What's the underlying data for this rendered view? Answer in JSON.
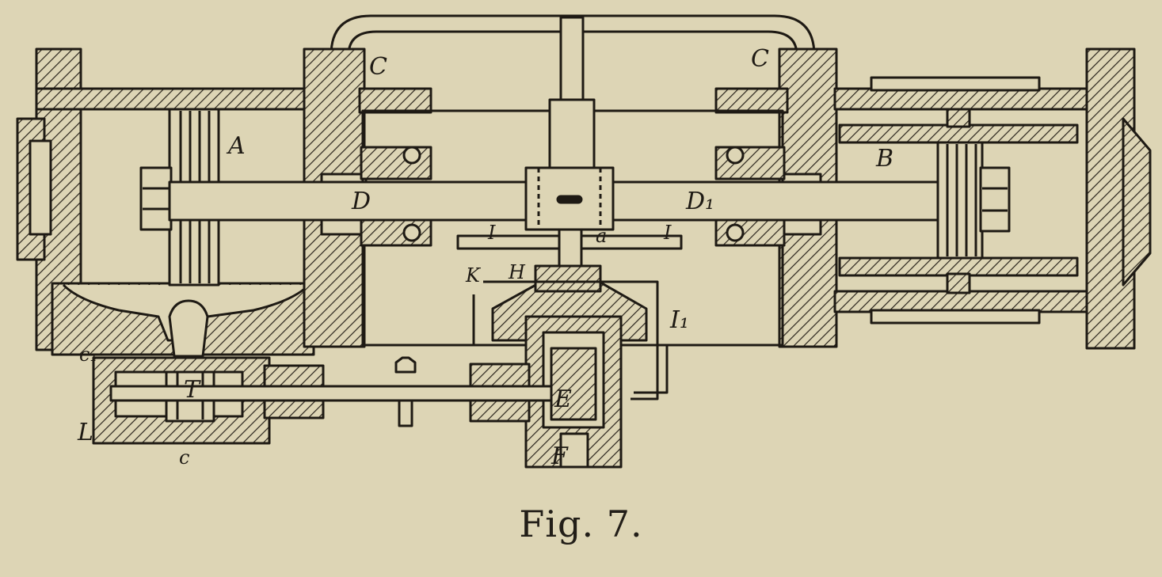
{
  "caption": "Fig. 7.",
  "labels": {
    "A": "A",
    "B": "B",
    "C_left": "C",
    "C_right": "C",
    "D": "D",
    "D1": "D₁",
    "I_left": "I",
    "I_right": "I",
    "a": "a",
    "K": "K",
    "H": "H",
    "I1": "I₁",
    "C1": "c₁",
    "T": "T",
    "E": "E",
    "L": "L",
    "c": "c",
    "F": "F"
  },
  "colors": {
    "paper": "#ddd5b5",
    "ink": "#1e1a14",
    "hatch": "#2a241c"
  }
}
